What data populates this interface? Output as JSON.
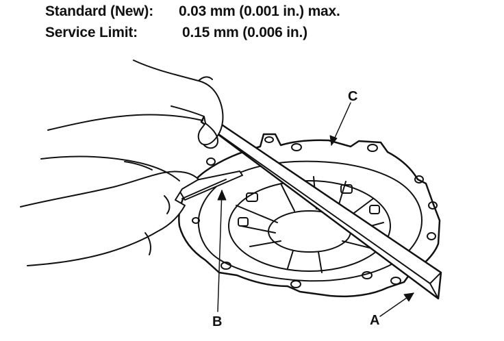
{
  "specs": [
    {
      "label": "Standard (New):",
      "value": "0.03 mm (0.001 in.) max."
    },
    {
      "label": "Service Limit:",
      "value": "0.15 mm (0.006 in.)"
    }
  ],
  "callouts": {
    "a": "A",
    "b": "B",
    "c": "C"
  }
}
